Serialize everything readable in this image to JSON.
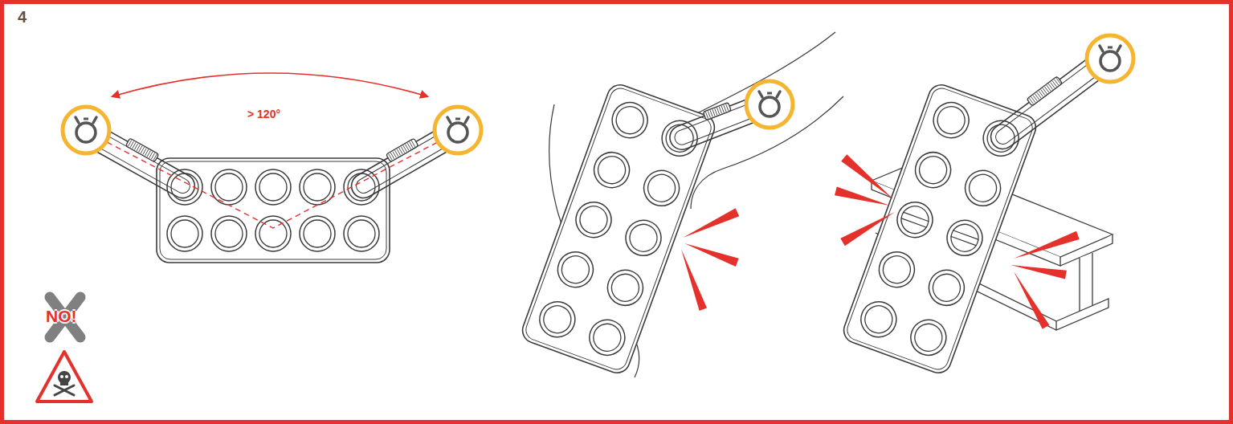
{
  "diagram": {
    "labels": [
      "4",
      "> 120°",
      "NO!"
    ]
  }
}
